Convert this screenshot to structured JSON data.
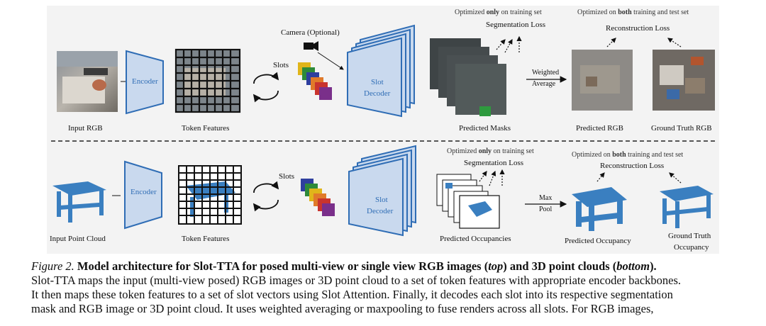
{
  "figure": {
    "top": {
      "input_label": "Input RGB",
      "encoder_label": "Encoder",
      "token_label": "Token Features",
      "camera_label": "Camera (Optional)",
      "slots_label": "Slots",
      "decoder_line1": "Slot",
      "decoder_line2": "Decoder",
      "optimized_training_pre": "Optimized ",
      "optimized_training_bold": "only",
      "optimized_training_post": " on training set",
      "seg_loss": "Segmentation Loss",
      "masks_label": "Predicted Masks",
      "fuse_line1": "Weighted",
      "fuse_line2": "Average",
      "optimized_both_pre": "Optimized on ",
      "optimized_both_bold": "both",
      "optimized_both_post": " training and test set",
      "recon_loss": "Reconstruction Loss",
      "pred_label": "Predicted RGB",
      "gt_label": "Ground Truth RGB"
    },
    "bottom": {
      "input_label": "Input Point Cloud",
      "encoder_label": "Encoder",
      "token_label": "Token Features",
      "slots_label": "Slots",
      "decoder_line1": "Slot",
      "decoder_line2": "Decoder",
      "optimized_training_pre": "Optimized ",
      "optimized_training_bold": "only",
      "optimized_training_post": " on training set",
      "seg_loss": "Segmentation Loss",
      "occ_label": "Predicted Occupancies",
      "fuse_line1": "Max",
      "fuse_line2": "Pool",
      "optimized_both_pre": "Optimized on ",
      "optimized_both_bold": "both",
      "optimized_both_post": " training and test set",
      "recon_loss": "Reconstruction Loss",
      "pred_label": "Predicted Occupancy",
      "gt_line1": "Ground Truth",
      "gt_line2": "Occupancy"
    },
    "colors": {
      "encoder_fill": "#c9d9ee",
      "encoder_stroke": "#2f6db5",
      "slot_colors": [
        "#e0b51a",
        "#2e8a3a",
        "#2f3f9e",
        "#e07a2a",
        "#c9342e",
        "#7a2f8a"
      ],
      "pointcloud": "#3a7fc0"
    }
  },
  "caption": {
    "figure_number": "Figure 2.",
    "title_plain1": "Model architecture for Slot-TTA for posed multi-view or single view RGB images (",
    "title_italic1": "top",
    "title_plain2": ") and 3D point clouds (",
    "title_italic2": "bottom",
    "title_plain3": ").",
    "line2": "Slot-TTA maps the input (multi-view posed) RGB images or 3D point cloud to a set of token features with appropriate encoder backbones.",
    "line3": "It then maps these token features to a set of slot vectors using Slot Attention. Finally, it decodes each slot into its respective segmentation",
    "line4": "mask and RGB image or 3D point cloud. It uses weighted averaging or maxpooling to fuse renders across all slots. For RGB images,"
  }
}
